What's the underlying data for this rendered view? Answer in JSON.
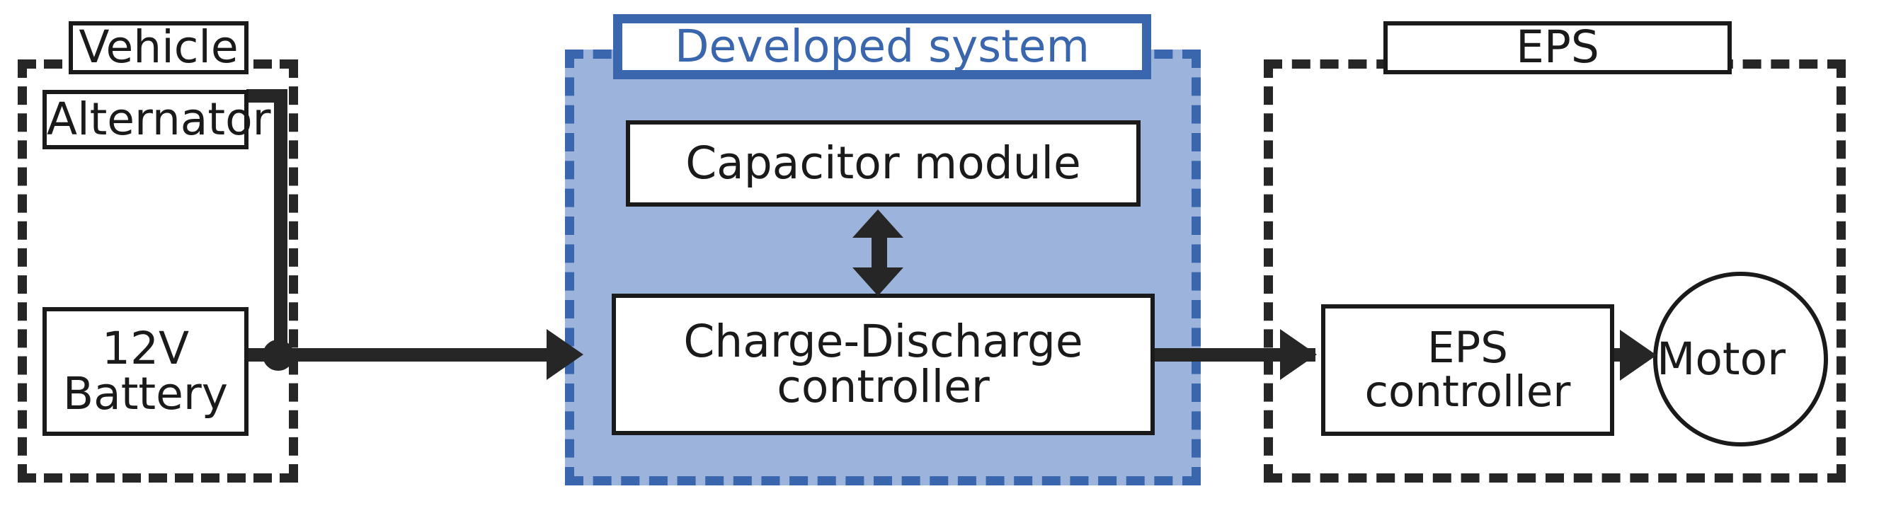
{
  "diagram": {
    "title": "Developed system block diagram",
    "colors": {
      "panel_fill": "#9CB4DB",
      "panel_border": "#3A66AE",
      "accent_blue": "#3A66AE",
      "line": "#262626",
      "box_border": "#1a1a1a",
      "background": "#ffffff"
    }
  },
  "groups": {
    "vehicle": {
      "label": "Vehicle",
      "blocks": {
        "alternator": "Alternator",
        "battery": "12V\nBattery"
      }
    },
    "developed_system": {
      "label": "Developed system",
      "blocks": {
        "capacitor_module": "Capacitor module",
        "charge_discharge_controller": "Charge-Discharge\ncontroller"
      }
    },
    "eps": {
      "label": "EPS",
      "blocks": {
        "eps_controller": "EPS\ncontroller",
        "motor": "Motor"
      }
    }
  },
  "connections": [
    {
      "name": "alternator-to-bus",
      "from": "Alternator",
      "to": "12V Battery bus",
      "style": "solid",
      "arrow": "none"
    },
    {
      "name": "battery-to-charge-discharge-controller",
      "from": "12V Battery",
      "to": "Charge-Discharge controller",
      "style": "solid",
      "arrow": "single-right"
    },
    {
      "name": "capacitor-module-to-charge-discharge-controller",
      "from": "Capacitor module",
      "to": "Charge-Discharge controller",
      "style": "solid",
      "arrow": "bidirectional-vertical"
    },
    {
      "name": "charge-discharge-controller-to-eps-controller",
      "from": "Charge-Discharge controller",
      "to": "EPS controller",
      "style": "solid",
      "arrow": "single-right"
    },
    {
      "name": "eps-controller-to-motor",
      "from": "EPS controller",
      "to": "Motor",
      "style": "solid",
      "arrow": "single-right"
    }
  ]
}
